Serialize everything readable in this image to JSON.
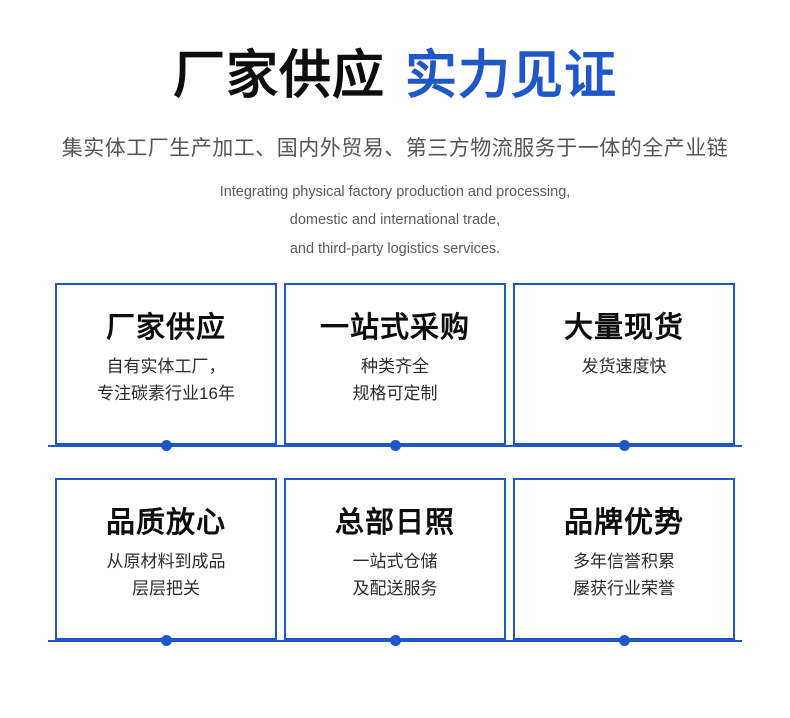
{
  "header": {
    "title_dark": "厂家供应",
    "title_blue": "实力见证",
    "subtitle_cn": "集实体工厂生产加工、国内外贸易、第三方物流服务于一体的全产业链",
    "subtitle_en": [
      "Integrating physical factory production and processing,",
      "domestic and international trade,",
      "and third-party logistics services."
    ]
  },
  "colors": {
    "accent_blue": "#1f57c8",
    "title_dark": "#0d0d0d",
    "body_text": "#2b2b2b",
    "subtitle_gray": "#555555",
    "background": "#ffffff"
  },
  "cards": [
    {
      "title": "厂家供应",
      "lines": [
        "自有实体工厂，",
        "专注碳素行业16年"
      ]
    },
    {
      "title": "一站式采购",
      "lines": [
        "种类齐全",
        "规格可定制"
      ]
    },
    {
      "title": "大量现货",
      "lines": [
        "发货速度快"
      ]
    },
    {
      "title": "品质放心",
      "lines": [
        "从原材料到成品",
        "层层把关"
      ]
    },
    {
      "title": "总部日照",
      "lines": [
        "一站式仓储",
        "及配送服务"
      ]
    },
    {
      "title": "品牌优势",
      "lines": [
        "多年信誉积累",
        "屡获行业荣誉"
      ]
    }
  ]
}
